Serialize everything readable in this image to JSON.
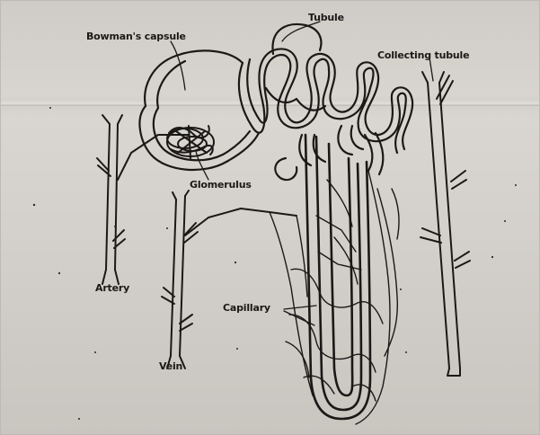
{
  "labels": {
    "tubule": "Tubule",
    "bowmans_capsule": "Bowman's capsule",
    "collecting_tubule": "Collecting tubule",
    "glomerulus": "Glomerulus",
    "artery": "Artery",
    "capillary": "Capillary",
    "vein": "Vein"
  },
  "colors": {
    "ink": "#1b1917",
    "paper": "#d5d2cd"
  }
}
